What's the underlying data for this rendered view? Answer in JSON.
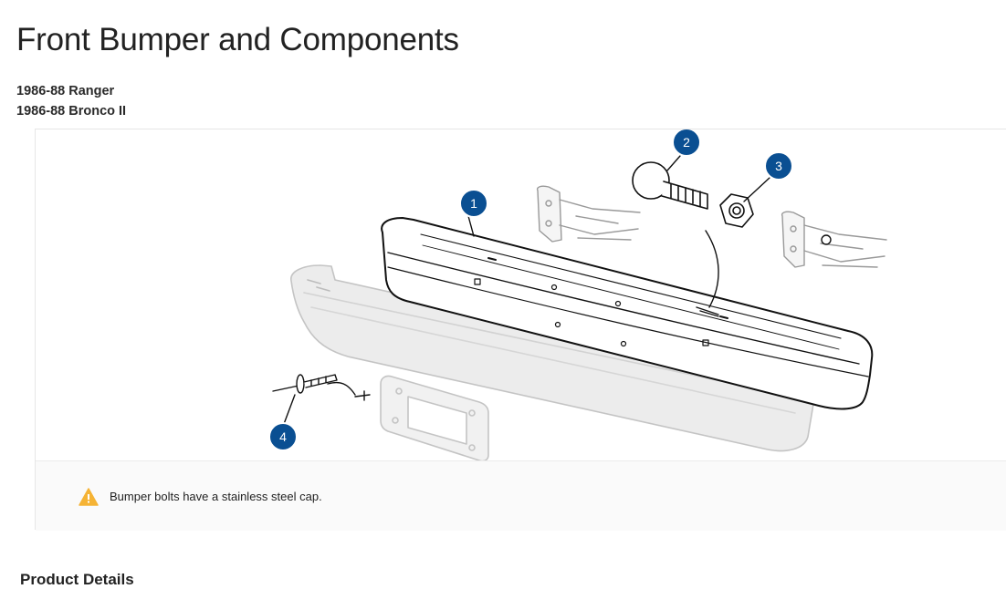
{
  "page": {
    "title": "Front Bumper and Components",
    "fitment": [
      "1986-88 Ranger",
      "1986-88 Bronco II"
    ]
  },
  "diagram": {
    "callouts": [
      "1",
      "2",
      "3",
      "4"
    ],
    "accent_color": "#0a4f92"
  },
  "note": {
    "icon": "warning-icon",
    "text": "Bumper bolts have a stainless steel cap."
  },
  "section": {
    "heading": "Product Details"
  }
}
